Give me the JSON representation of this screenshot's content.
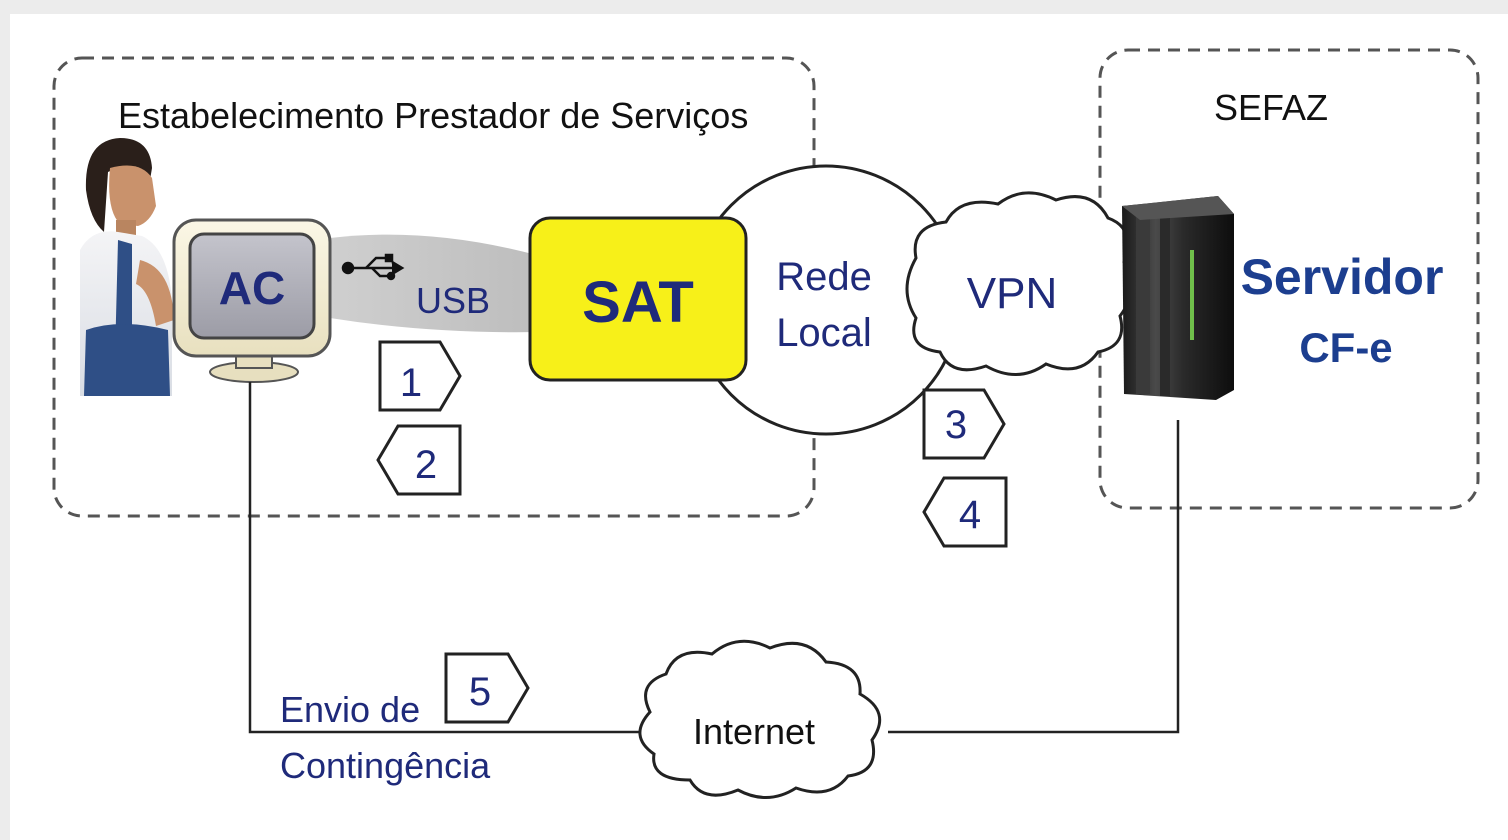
{
  "establishment": {
    "label": "Estabelecimento Prestador de Serviços"
  },
  "sefaz": {
    "label": "SEFAZ"
  },
  "ac": {
    "label": "AC"
  },
  "usb": {
    "label": "USB"
  },
  "sat": {
    "label": "SAT"
  },
  "local_network": {
    "line1": "Rede",
    "line2": "Local"
  },
  "vpn": {
    "label": "VPN"
  },
  "server": {
    "line1": "Servidor",
    "line2": "CF-e"
  },
  "steps": {
    "s1": "1",
    "s2": "2",
    "s3": "3",
    "s4": "4",
    "s5": "5"
  },
  "contingency": {
    "line1": "Envio de",
    "line2": "Contingência"
  },
  "internet": {
    "label": "Internet"
  },
  "colors": {
    "label_blue": "#1f2a7a",
    "sat_yellow": "#f7f019",
    "server_title": "#1c3e8f",
    "dashed_border": "#555555"
  }
}
